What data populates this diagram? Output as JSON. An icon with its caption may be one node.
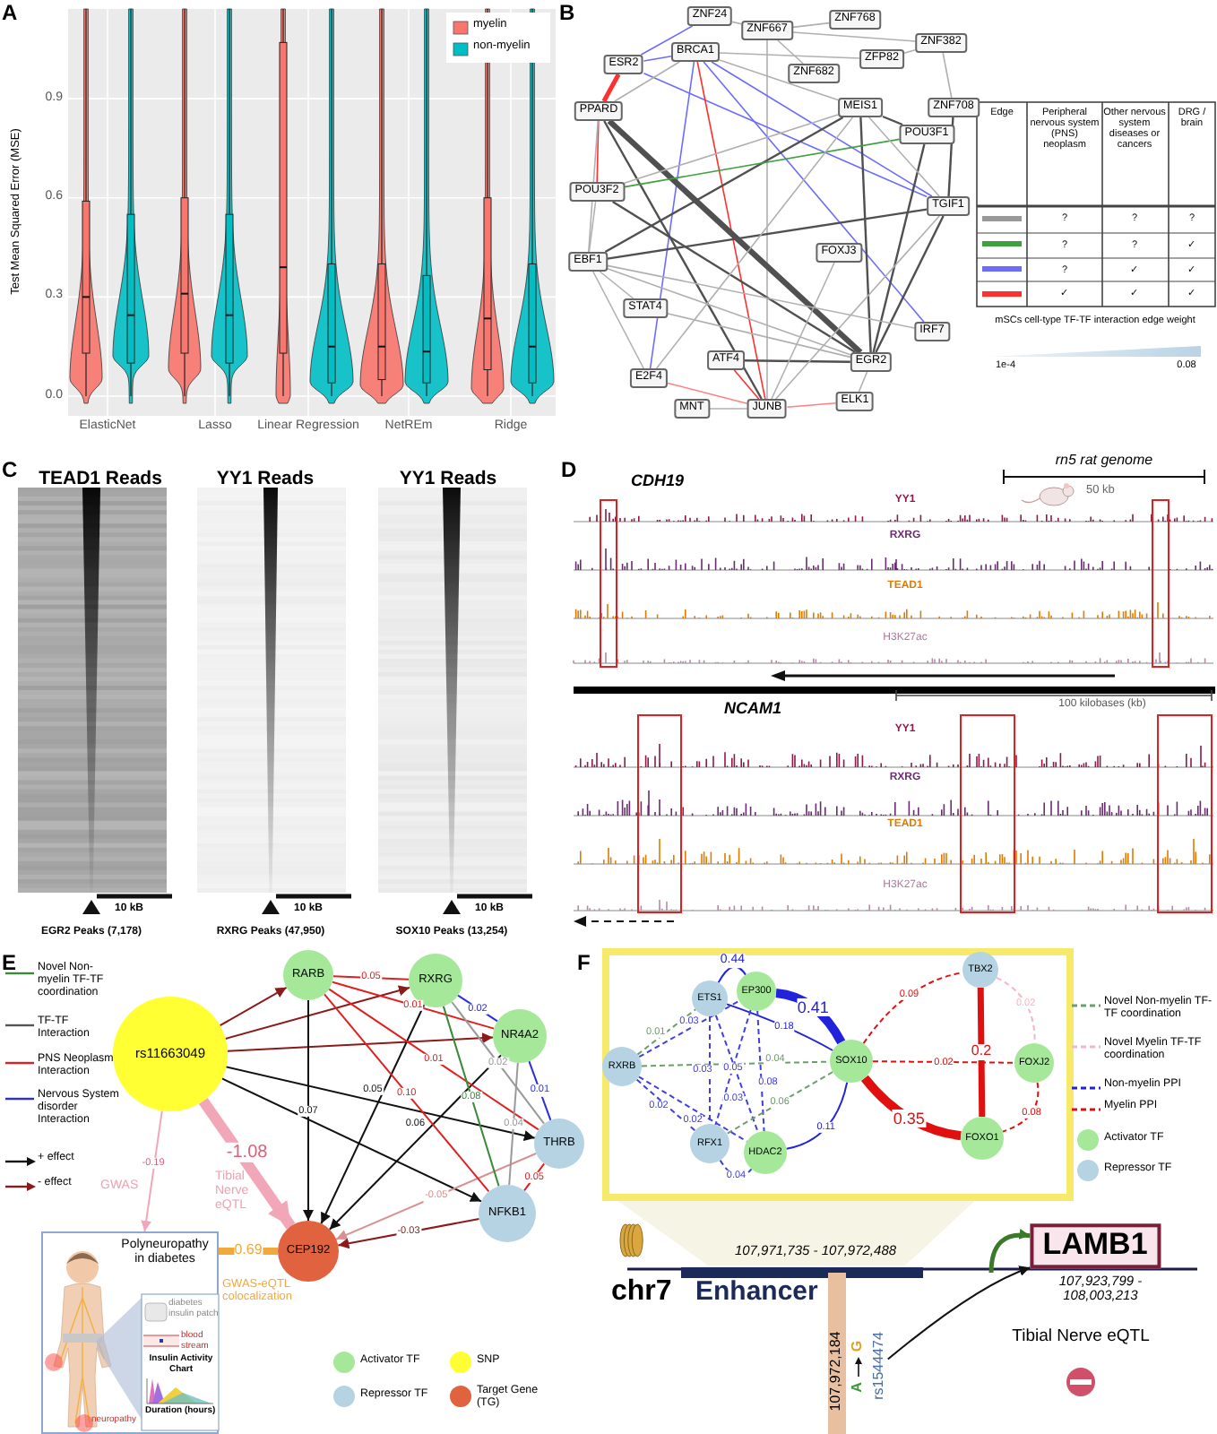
{
  "diagram": {
    "nodes": [
      {
        "text": [
          "ZNF24"
        ]
      },
      {
        "text": [
          "ZNF667"
        ]
      },
      {
        "text": [
          "ZNF768"
        ]
      },
      {
        "text": [
          "BRCA1"
        ]
      },
      {
        "text": [
          "ZNF382"
        ]
      },
      {
        "text": [
          "ESR2"
        ]
      },
      {
        "text": [
          "ZFP82"
        ]
      },
      {
        "text": [
          "ZNF682"
        ]
      },
      {
        "text": [
          "PPARD"
        ]
      },
      {
        "text": [
          "MEIS1"
        ]
      },
      {
        "text": [
          "ZNF708"
        ]
      },
      {
        "text": [
          "POU3F1"
        ]
      },
      {
        "text": [
          "POU3F2"
        ]
      },
      {
        "text": [
          "TGIF1"
        ]
      },
      {
        "text": [
          "EBF1"
        ]
      },
      {
        "text": [
          "FOXJ3"
        ]
      },
      {
        "text": [
          "STAT4"
        ]
      },
      {
        "text": [
          "IRF7"
        ]
      },
      {
        "text": [
          "ATF4"
        ]
      },
      {
        "text": [
          "EGR2"
        ]
      },
      {
        "text": [
          "E2F4"
        ]
      },
      {
        "text": [
          "MNT"
        ]
      },
      {
        "text": [
          "JUNB"
        ]
      },
      {
        "text": [
          "ELK1"
        ]
      },
      {
        "text": [
          "rs11663049"
        ]
      },
      {
        "text": [
          "RARB"
        ]
      },
      {
        "text": [
          "RXRG"
        ]
      },
      {
        "text": [
          "NR4A2"
        ]
      },
      {
        "text": [
          "THRB"
        ]
      },
      {
        "text": [
          "NFKB1"
        ]
      },
      {
        "text": [
          "CEP192"
        ]
      },
      {
        "text": [
          "Polyneuropathy in diabetes"
        ]
      },
      {
        "text": [
          "ETS1"
        ]
      },
      {
        "text": [
          "EP300"
        ]
      },
      {
        "text": [
          "RXRB"
        ]
      },
      {
        "text": [
          "SOX10"
        ]
      },
      {
        "text": [
          "TBX2"
        ]
      },
      {
        "text": [
          "FOXJ2"
        ]
      },
      {
        "text": [
          "RFX1"
        ]
      },
      {
        "text": [
          "HDAC2"
        ]
      },
      {
        "text": [
          "FOXO1"
        ]
      },
      {
        "text": [
          "LAMB1"
        ],
        "beside": [
          "107,923,799 - 108,003,213"
        ]
      },
      {
        "text": [
          "rs1544474"
        ]
      }
    ],
    "edges": [
      {
        "from": 0,
        "to": 1,
        "arrow": "none"
      },
      {
        "from": 0,
        "to": 5,
        "arrow": "none",
        "color": "#6b6bff"
      },
      {
        "from": 1,
        "to": 2,
        "arrow": "none"
      },
      {
        "from": 1,
        "to": 4,
        "arrow": "none"
      },
      {
        "from": 1,
        "to": 7,
        "arrow": "none"
      },
      {
        "from": 1,
        "to": 22,
        "arrow": "none"
      },
      {
        "from": 3,
        "to": 6,
        "arrow": "none"
      },
      {
        "from": 3,
        "to": 9,
        "arrow": "none"
      },
      {
        "from": 5,
        "to": 3,
        "arrow": "none",
        "color": "#6b6bff"
      },
      {
        "from": 5,
        "to": 8,
        "arrow": "none",
        "style": "thick",
        "color": "#ff3030"
      },
      {
        "from": 5,
        "to": 13,
        "arrow": "none",
        "color": "#6b6bff"
      },
      {
        "from": 3,
        "to": 13,
        "arrow": "none",
        "color": "#6b6bff"
      },
      {
        "from": 3,
        "to": 17,
        "arrow": "none",
        "color": "#6b6bff"
      },
      {
        "from": 3,
        "to": 20,
        "arrow": "none",
        "color": "#6b6bff"
      },
      {
        "from": 3,
        "to": 22,
        "arrow": "none",
        "color": "#ff3030"
      },
      {
        "from": 8,
        "to": 12,
        "arrow": "none",
        "color": "#ff3030"
      },
      {
        "from": 4,
        "to": 6,
        "arrow": "none"
      },
      {
        "from": 4,
        "to": 10,
        "arrow": "none"
      },
      {
        "from": 10,
        "to": 13,
        "arrow": "none",
        "color": "#505050"
      },
      {
        "from": 8,
        "to": 19,
        "arrow": "none",
        "style": "thick",
        "color": "#505050"
      },
      {
        "from": 8,
        "to": 22,
        "arrow": "none",
        "color": "#505050"
      },
      {
        "from": 9,
        "to": 14,
        "arrow": "none",
        "color": "#505050"
      },
      {
        "from": 9,
        "to": 19,
        "arrow": "none",
        "color": "#505050"
      },
      {
        "from": 9,
        "to": 11,
        "arrow": "none",
        "color": "#505050"
      },
      {
        "from": 11,
        "to": 19,
        "arrow": "none",
        "color": "#505050"
      },
      {
        "from": 12,
        "to": 11,
        "arrow": "none",
        "color": "#3fa03f"
      },
      {
        "from": 12,
        "to": 19,
        "arrow": "none",
        "color": "#505050"
      },
      {
        "from": 14,
        "to": 13,
        "arrow": "none",
        "color": "#505050"
      },
      {
        "from": 13,
        "to": 19,
        "arrow": "none",
        "color": "#505050"
      },
      {
        "from": 18,
        "to": 19,
        "arrow": "none",
        "color": "#505050"
      },
      {
        "from": 18,
        "to": 22,
        "arrow": "none",
        "color": "#ff3030"
      },
      {
        "from": 20,
        "to": 22,
        "arrow": "none",
        "color": "#ff8080"
      },
      {
        "from": 22,
        "to": 23,
        "arrow": "none",
        "color": "#ff8080"
      },
      {
        "from": 21,
        "to": 22,
        "arrow": "none"
      },
      {
        "from": 19,
        "to": 23,
        "arrow": "none"
      },
      {
        "from": 8,
        "to": 14,
        "arrow": "none"
      },
      {
        "from": 14,
        "to": 16,
        "arrow": "none"
      },
      {
        "from": 14,
        "to": 20,
        "arrow": "none"
      },
      {
        "from": 14,
        "to": 17,
        "arrow": "none"
      },
      {
        "from": 14,
        "to": 19,
        "arrow": "none"
      },
      {
        "from": 16,
        "to": 19,
        "arrow": "none"
      },
      {
        "from": 20,
        "to": 9,
        "arrow": "none"
      },
      {
        "from": 12,
        "to": 14,
        "arrow": "none"
      },
      {
        "from": 12,
        "to": 9,
        "arrow": "none"
      },
      {
        "from": 15,
        "to": 22,
        "arrow": "none"
      },
      {
        "from": 13,
        "to": 22,
        "arrow": "none"
      },
      {
        "from": 9,
        "to": 13,
        "arrow": "none"
      },
      {
        "from": 8,
        "to": 3,
        "arrow": "none"
      },
      {
        "from": 24,
        "to": 25,
        "arrow": "to",
        "color": "#8b1a1a"
      },
      {
        "from": 24,
        "to": 26,
        "arrow": "to",
        "color": "#8b1a1a"
      },
      {
        "from": 24,
        "to": 27,
        "arrow": "to",
        "color": "#8b1a1a"
      },
      {
        "from": 24,
        "to": 28,
        "arrow": "to",
        "color": "#111111"
      },
      {
        "from": 24,
        "to": 29,
        "arrow": "to",
        "color": "#111111"
      },
      {
        "from": 24,
        "to": 30,
        "arrow": "to",
        "label": "-1.08",
        "style": "thick",
        "color": "#f2a7b9"
      },
      {
        "from": 24,
        "to": 31,
        "arrow": "to",
        "label": "-0.19",
        "color": "#f2a7b9"
      },
      {
        "from": 31,
        "to": 30,
        "arrow": "none",
        "label": "0.69",
        "style": "thick",
        "color": "#f2a93b"
      },
      {
        "from": 25,
        "to": 30,
        "arrow": "to",
        "label": "0.07",
        "color": "#111111"
      },
      {
        "from": 26,
        "to": 30,
        "arrow": "to",
        "label": "0.05",
        "color": "#111111"
      },
      {
        "from": 27,
        "to": 30,
        "arrow": "to",
        "label": "0.06",
        "color": "#111111"
      },
      {
        "from": 28,
        "to": 30,
        "arrow": "to",
        "label": "-0.05",
        "color": "#d89090"
      },
      {
        "from": 29,
        "to": 30,
        "arrow": "to",
        "label": "-0.03",
        "color": "#8b1a1a"
      },
      {
        "from": 25,
        "to": 26,
        "arrow": "none",
        "label": "0.05",
        "color": "#e02020"
      },
      {
        "from": 25,
        "to": 27,
        "arrow": "none",
        "label": "0.01",
        "color": "#e02020"
      },
      {
        "from": 25,
        "to": 29,
        "arrow": "none",
        "label": "0.10",
        "color": "#e02020"
      },
      {
        "from": 25,
        "to": 28,
        "arrow": "none",
        "label": "0.01",
        "color": "#e02020"
      },
      {
        "from": 26,
        "to": 27,
        "arrow": "none",
        "label": "0.02",
        "color": "#2d2de0"
      },
      {
        "from": 26,
        "to": 28,
        "arrow": "none",
        "label": "0.02",
        "color": "#999999"
      },
      {
        "from": 26,
        "to": 29,
        "arrow": "none",
        "label": "0.08",
        "color": "#3a8a3a"
      },
      {
        "from": 27,
        "to": 28,
        "arrow": "none",
        "label": "0.01",
        "color": "#2d2de0"
      },
      {
        "from": 27,
        "to": 29,
        "arrow": "none",
        "label": "0.04",
        "color": "#999999"
      },
      {
        "from": 28,
        "to": 29,
        "arrow": "none",
        "label": "0.05",
        "color": "#e02020"
      },
      {
        "from": 32,
        "to": 33,
        "arrow": "none",
        "label": "0.44",
        "color": "#2222dd"
      },
      {
        "from": 33,
        "to": 35,
        "arrow": "none",
        "label": "0.41",
        "style": "thick",
        "color": "#2222dd"
      },
      {
        "from": 32,
        "to": 35,
        "arrow": "none",
        "label": "0.18",
        "color": "#2222dd"
      },
      {
        "from": 34,
        "to": 32,
        "arrow": "none",
        "label": "0.01",
        "style": "dashed",
        "color": "#6aa06a"
      },
      {
        "from": 34,
        "to": 33,
        "arrow": "none",
        "label": "0.03",
        "style": "dashed",
        "color": "#4040e0"
      },
      {
        "from": 34,
        "to": 35,
        "arrow": "none",
        "label": "0.04",
        "style": "dashed",
        "color": "#6aa06a"
      },
      {
        "from": 32,
        "to": 38,
        "arrow": "none",
        "label": "0.03",
        "style": "dashed",
        "color": "#4040e0"
      },
      {
        "from": 33,
        "to": 38,
        "arrow": "none",
        "label": "0.05",
        "style": "dashed",
        "color": "#4040e0"
      },
      {
        "from": 32,
        "to": 39,
        "arrow": "none",
        "label": "0.03",
        "style": "dashed",
        "color": "#4040e0"
      },
      {
        "from": 33,
        "to": 39,
        "arrow": "none",
        "label": "0.08",
        "style": "dashed",
        "color": "#4040e0"
      },
      {
        "from": 35,
        "to": 38,
        "arrow": "none",
        "label": "0.06",
        "style": "dashed",
        "color": "#6aa06a"
      },
      {
        "from": 35,
        "to": 39,
        "arrow": "none",
        "label": "0.11",
        "color": "#2222dd"
      },
      {
        "from": 34,
        "to": 38,
        "arrow": "none",
        "label": "0.02",
        "style": "dashed",
        "color": "#4040e0"
      },
      {
        "from": 34,
        "to": 39,
        "arrow": "none",
        "label": "0.02",
        "style": "dashed",
        "color": "#4040e0"
      },
      {
        "from": 38,
        "to": 39,
        "arrow": "none",
        "label": "0.04",
        "style": "dashed",
        "color": "#4040e0"
      },
      {
        "from": 35,
        "to": 36,
        "arrow": "none",
        "label": "0.09",
        "style": "dashed",
        "color": "#e01010"
      },
      {
        "from": 35,
        "to": 37,
        "arrow": "none",
        "label": "0.02",
        "style": "dashed",
        "color": "#e01010"
      },
      {
        "from": 35,
        "to": 40,
        "arrow": "none",
        "label": "0.35",
        "style": "thick",
        "color": "#e01010"
      },
      {
        "from": 36,
        "to": 40,
        "arrow": "none",
        "label": "0.2",
        "style": "thick",
        "color": "#e01010"
      },
      {
        "from": 36,
        "to": 37,
        "arrow": "none",
        "label": "0.02",
        "style": "dashed",
        "color": "#f5b5c5"
      },
      {
        "from": 37,
        "to": 40,
        "arrow": "none",
        "label": "0.08",
        "style": "dashed",
        "color": "#e01010"
      },
      {
        "from": 42,
        "to": 41,
        "arrow": "to",
        "color": "#111111"
      },
      {
        "from": null,
        "to": 41,
        "arrow": "to",
        "style": "thick",
        "color": "#3a7a2a"
      }
    ],
    "labels": [
      "A",
      "Test Mean Squared Error (MSE)",
      "0.9",
      "0.6",
      "0.3",
      "0.0",
      "ElasticNet",
      "Lasso",
      "Linear Regression",
      "NetREm",
      "Ridge",
      "B",
      "Edge",
      "Peripheral nervous system (PNS) neoplasm",
      "Other nervous system diseases or cancers",
      "DRG / brain",
      "?",
      "?",
      "?",
      "?",
      "?",
      "✓",
      "?",
      "✓",
      "✓",
      "✓",
      "✓",
      "✓",
      "mSCs cell-type TF-TF interaction edge weight",
      "1e-4",
      "0.08",
      "C",
      "TEAD1 Reads",
      "YY1 Reads",
      "YY1 Reads",
      "10 kB",
      "EGR2 Peaks (7,178)",
      "10 kB",
      "RXRG Peaks (47,950)",
      "10 kB",
      "SOX10 Peaks (13,254)",
      "D",
      "CDH19",
      "rn5 rat genome",
      "50 kb",
      "YY1",
      "RXRG",
      "TEAD1",
      "H3K27ac",
      "NCAM1",
      "100 kilobases (kb)",
      "YY1",
      "RXRG",
      "TEAD1",
      "H3K27ac",
      "E",
      "GWAS",
      "Tibial Nerve eQTL",
      "GWAS-eQTL colocalization",
      "diabetes insulin patch",
      "blood stream",
      "Insulin Activity Chart",
      "Duration (hours)",
      "neuropathy",
      "F",
      "107,971,735 - 107,972,488",
      "chr7",
      "Enhancer",
      "Tibial Nerve eQTL",
      "107,972,184",
      "A",
      "G"
    ],
    "legend": [
      {
        "text": "myelin",
        "color": "#f8766d"
      },
      {
        "text": "non-myelin",
        "color": "#00bfc4"
      },
      {
        "text": "Novel Non-myelin TF-TF coordination"
      },
      {
        "text": "TF-TF Interaction"
      },
      {
        "text": "PNS Neoplasm Interaction"
      },
      {
        "text": "Nervous System disorder Interaction"
      },
      {
        "text": "+ effect"
      },
      {
        "text": "- effect"
      },
      {
        "text": "Activator TF",
        "color": "#a6e89a"
      },
      {
        "text": "SNP",
        "color": "#ffff33"
      },
      {
        "text": "Repressor TF",
        "color": "#b5d3e3"
      },
      {
        "text": "Target Gene (TG)",
        "color": "#e0623e"
      },
      {
        "text": "Novel Non-myelin TF-TF coordination"
      },
      {
        "text": "Novel Myelin TF-TF coordination"
      },
      {
        "text": "Non-myelin PPI"
      },
      {
        "text": "Myelin PPI"
      },
      {
        "text": "Activator TF",
        "color": "#a6e89a"
      },
      {
        "text": "Repressor TF",
        "color": "#b5d3e3"
      }
    ]
  }
}
